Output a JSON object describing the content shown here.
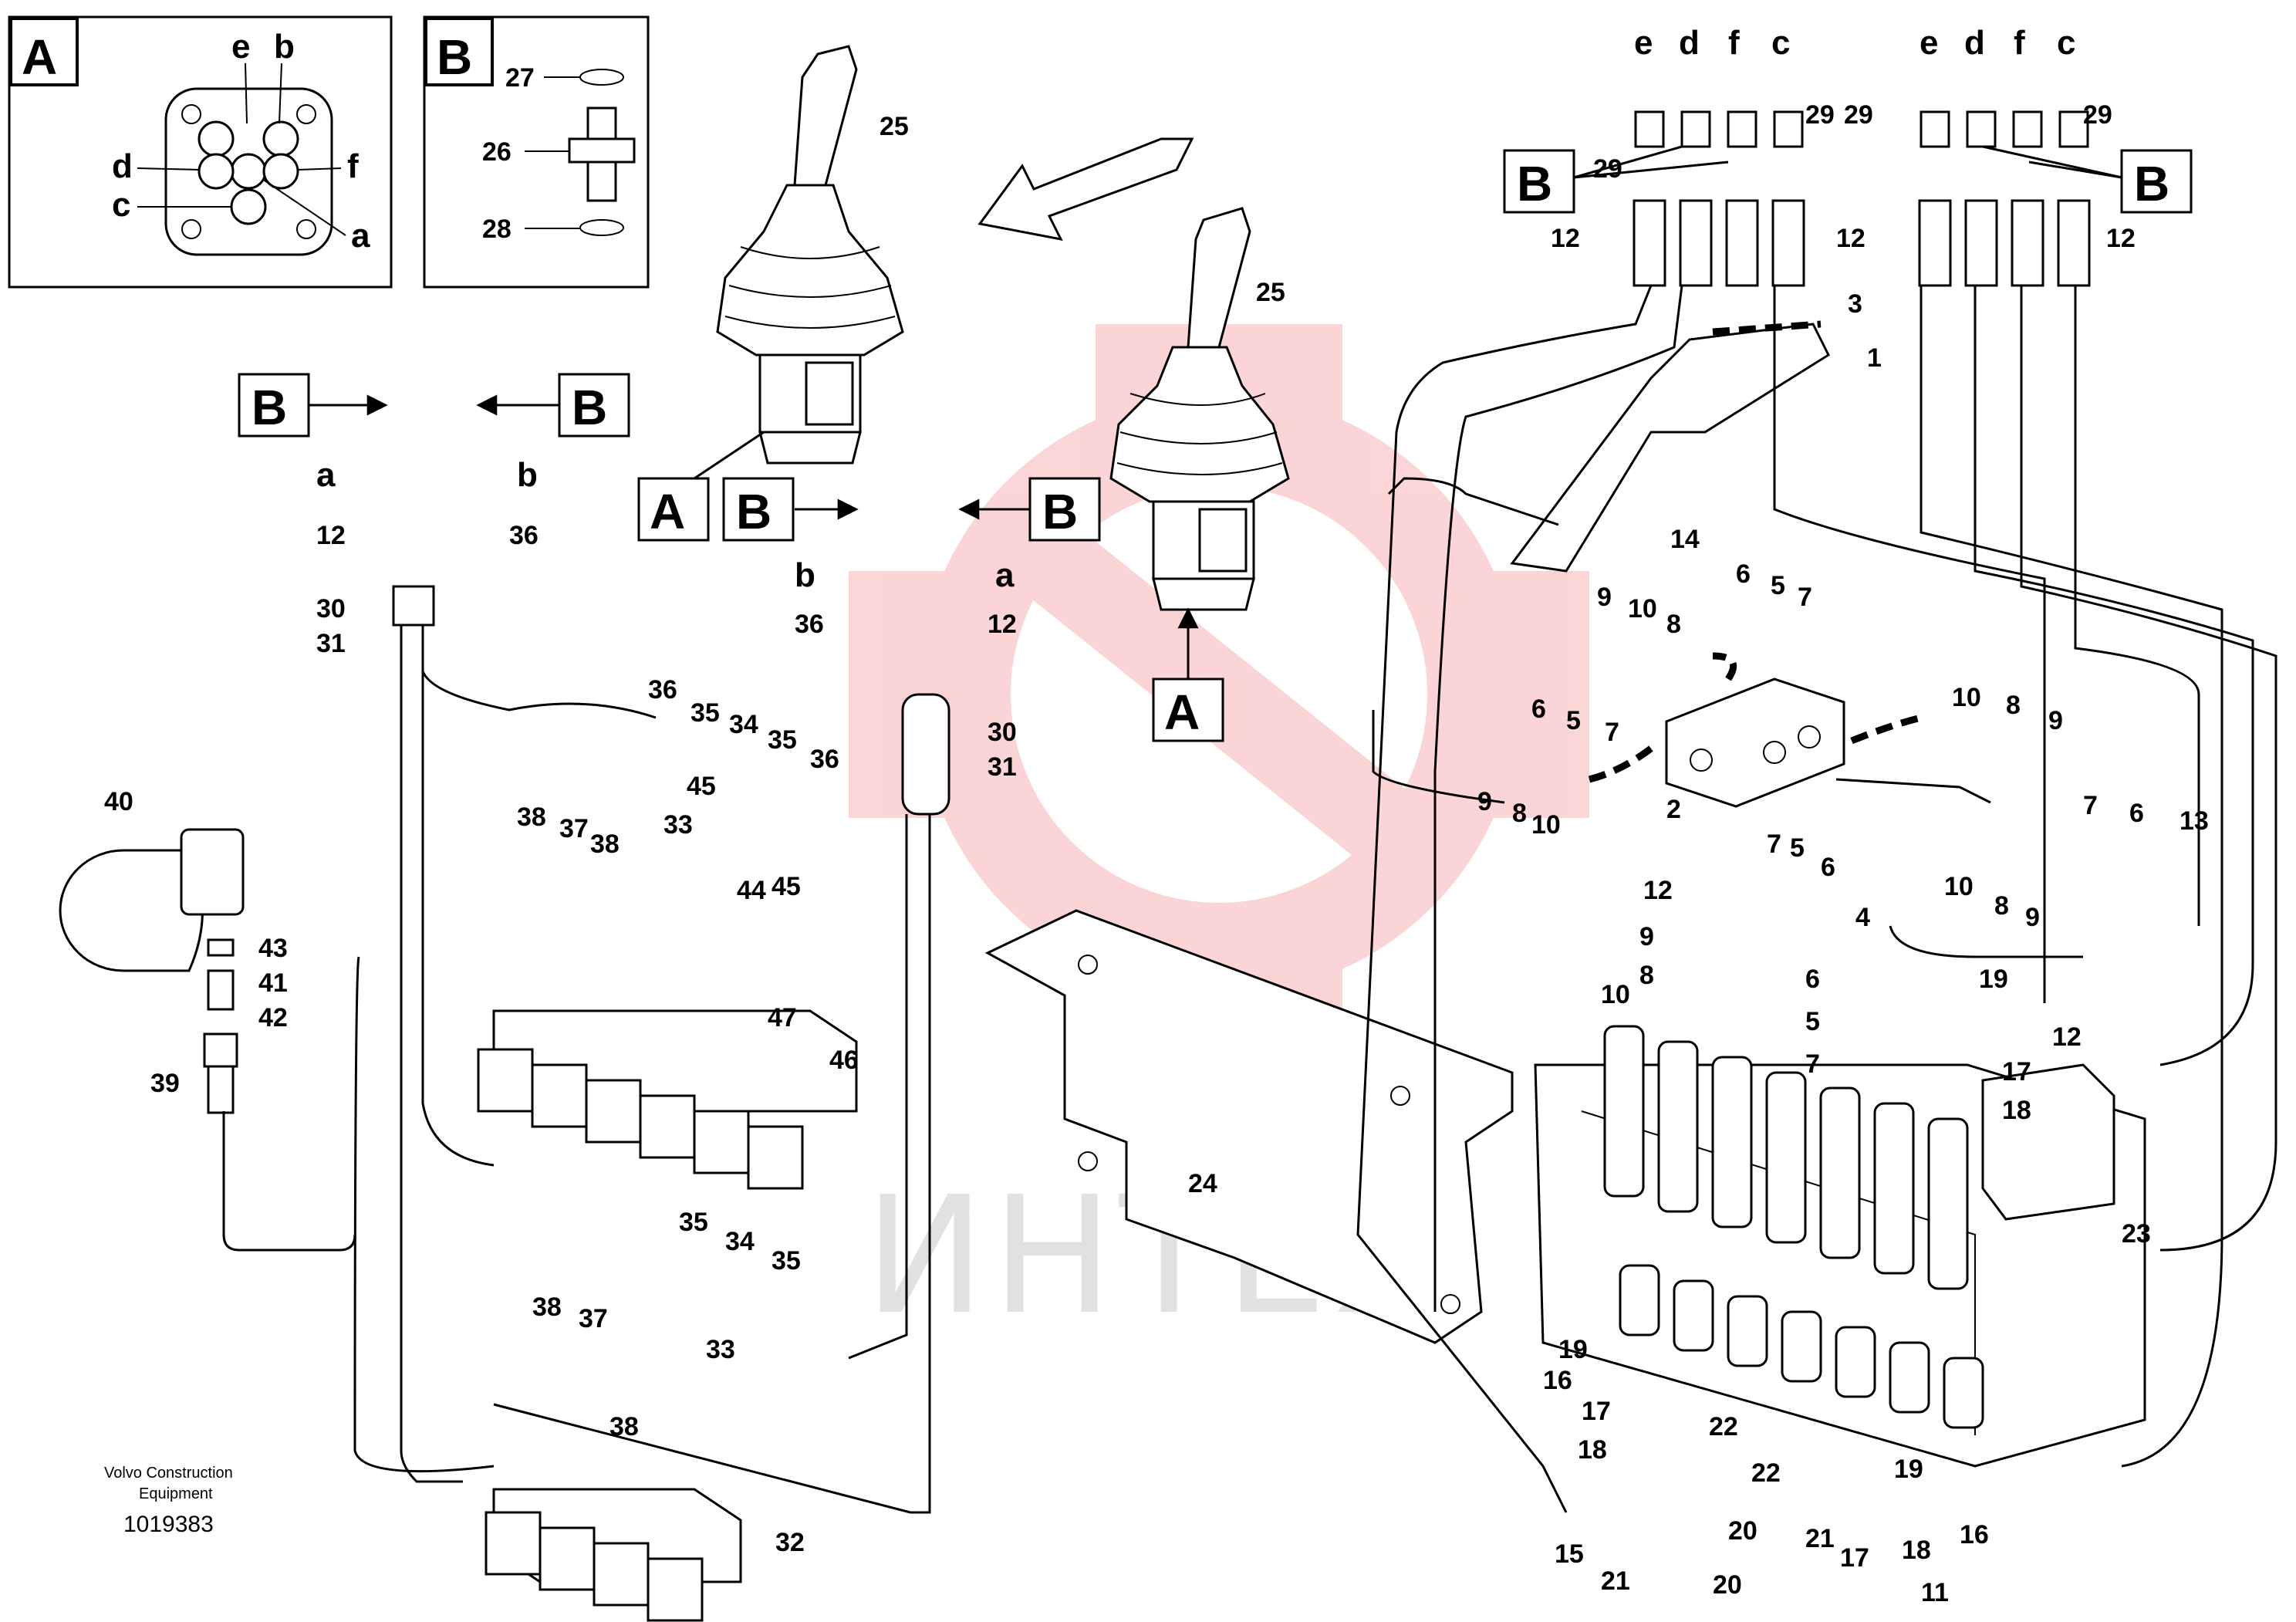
{
  "watermark": {
    "text": "ИНТЕХ",
    "logo_color": "#f26a6a"
  },
  "inset_a": {
    "tag": "A",
    "pins": [
      "e",
      "b",
      "d",
      "f",
      "c",
      "a"
    ]
  },
  "inset_b": {
    "tag": "B",
    "numbers": [
      "27",
      "26",
      "28"
    ]
  },
  "publisher": {
    "line1": "Volvo Construction",
    "line2": "Equipment",
    "code": "1019383"
  },
  "view_tags": {
    "a": "A",
    "b": "B"
  },
  "pin_letters": {
    "e": "e",
    "d": "d",
    "f": "f",
    "c": "c",
    "b": "b",
    "a": "a"
  },
  "callouts": {
    "n1": "1",
    "n2": "2",
    "n3": "3",
    "n4": "4",
    "n5": "5",
    "n6": "6",
    "n7": "7",
    "n8": "8",
    "n9": "9",
    "n10": "10",
    "n11": "11",
    "n12": "12",
    "n13": "13",
    "n14": "14",
    "n15": "15",
    "n16": "16",
    "n17": "17",
    "n18": "18",
    "n19": "19",
    "n20": "20",
    "n21": "21",
    "n22": "22",
    "n23": "23",
    "n24": "24",
    "n25": "25",
    "n26": "26",
    "n27": "27",
    "n28": "28",
    "n29": "29",
    "n30": "30",
    "n31": "31",
    "n32": "32",
    "n33": "33",
    "n34": "34",
    "n35": "35",
    "n36": "36",
    "n37": "37",
    "n38": "38",
    "n39": "39",
    "n40": "40",
    "n41": "41",
    "n42": "42",
    "n43": "43",
    "n44": "44",
    "n45": "45",
    "n46": "46",
    "n47": "47"
  }
}
